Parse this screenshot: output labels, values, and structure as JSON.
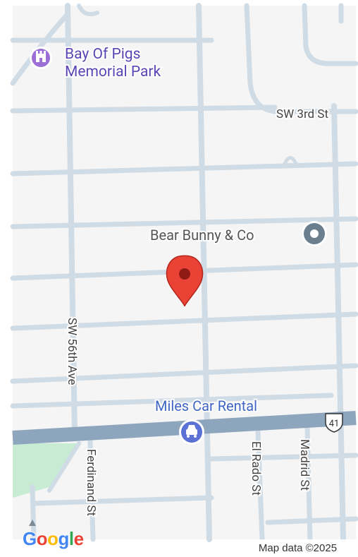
{
  "map": {
    "pois": [
      {
        "name": "Bay Of Pigs",
        "name2": "Memorial Park",
        "icon": "monument-icon"
      },
      {
        "name": "Bear Bunny & Co",
        "icon": "place-icon"
      },
      {
        "name": "Miles Car Rental",
        "icon": "car-rental-icon"
      }
    ],
    "streets": {
      "sw3rd": "SW 3rd St",
      "sw56th": "SW 56th Ave",
      "ferdinand": "Ferdinand St",
      "elrado": "El Rado St",
      "madrid": "Madrid St"
    },
    "route_shield": "41",
    "attribution": "Map data ©2025",
    "logo": "Google",
    "colors": {
      "background": "#f5f5f5",
      "road": "#cfdbe5",
      "highway": "#8ea6bd",
      "park": "#c7ecd3",
      "label_blue": "#5b45b5",
      "pin_red": "#ea4335"
    }
  }
}
